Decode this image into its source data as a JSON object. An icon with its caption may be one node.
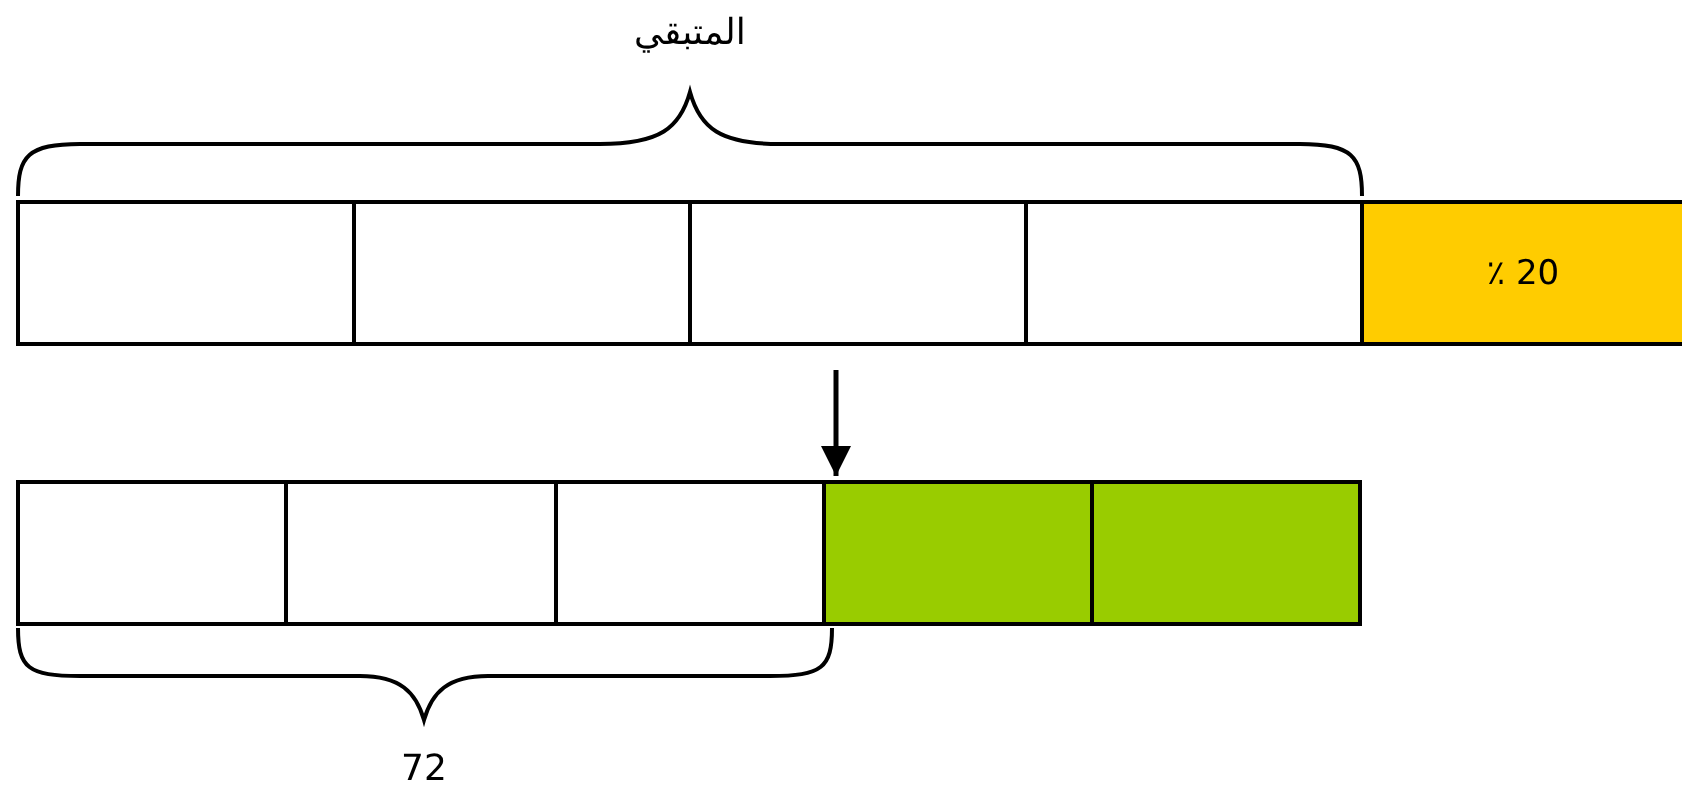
{
  "diagram": {
    "nodes": [
      {
        "text": [],
        "shape": "box"
      },
      {
        "text": [],
        "shape": "box"
      },
      {
        "text": [],
        "shape": "box"
      },
      {
        "text": [],
        "shape": "box"
      },
      {
        "text": [
          "٪ 20"
        ]
      },
      {
        "text": [],
        "shape": "box"
      },
      {
        "text": [],
        "shape": "box"
      },
      {
        "text": [],
        "shape": "box"
      },
      {
        "text": [],
        "shape": "box"
      },
      {
        "text": [],
        "shape": "box"
      }
    ],
    "edges": [
      {
        "from": 2,
        "to": 8,
        "arrow": "to"
      }
    ],
    "labels": [
      "المتبقي",
      "72"
    ]
  }
}
